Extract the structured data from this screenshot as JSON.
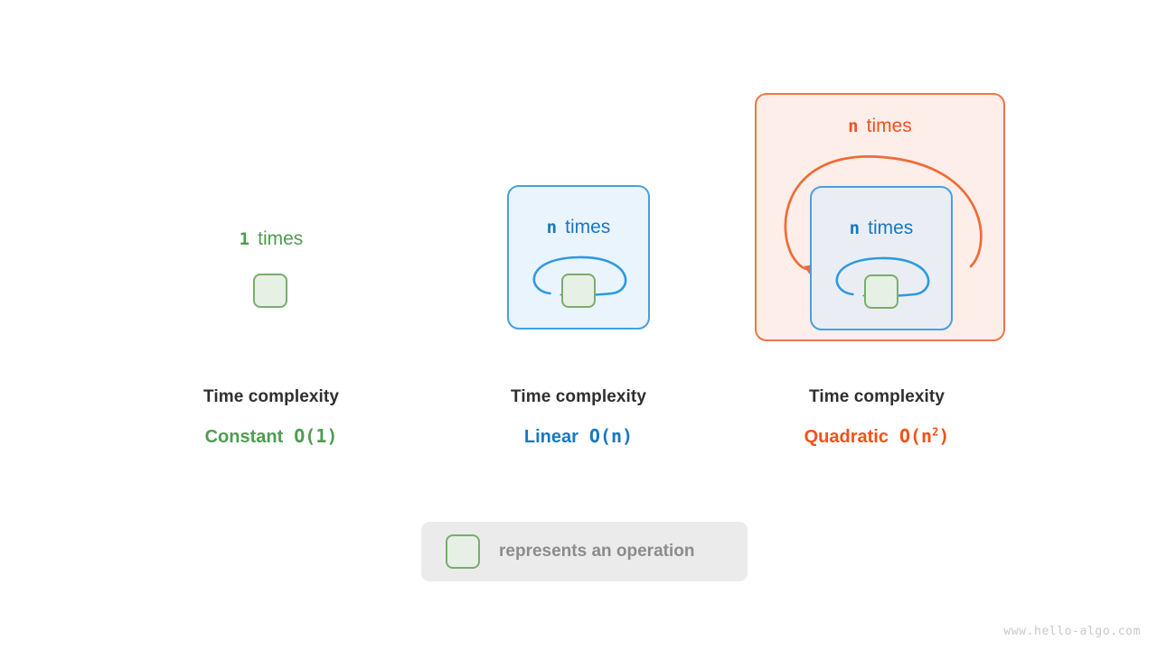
{
  "diagram": {
    "title_hidden": "",
    "panels": [
      {
        "id": "constant",
        "count_number": "1",
        "count_word": "times",
        "accent_color": "#4c9e50",
        "caption_title": "Time complexity",
        "complexity_name": "Constant",
        "big_o": "O(1)",
        "big_o_base": "O(1)",
        "big_o_exponent": ""
      },
      {
        "id": "linear",
        "count_number": "n",
        "count_word": "times",
        "accent_color": "#1878bf",
        "caption_title": "Time complexity",
        "complexity_name": "Linear",
        "big_o": "O(n)",
        "big_o_base": "O(n)",
        "big_o_exponent": ""
      },
      {
        "id": "quadratic",
        "outer_count_number": "n",
        "outer_count_word": "times",
        "inner_count_number": "n",
        "inner_count_word": "times",
        "accent_color": "#f1521a",
        "inner_accent_color": "#1878bf",
        "caption_title": "Time complexity",
        "complexity_name": "Quadratic",
        "big_o": "O(n2)",
        "big_o_base_open": "O(n",
        "big_o_exponent": "2",
        "big_o_base_close": ")"
      }
    ],
    "legend": {
      "swatch_icon": "green-rounded-square-icon",
      "text": "represents an operation"
    },
    "watermark": "www.hello-algo.com",
    "colors": {
      "green_fill": "#e6f0e4",
      "green_border": "#79ad6e",
      "green_text": "#4c9e50",
      "blue_fill": "#eaf4fd",
      "blue_fill_inner": "#eaeef4",
      "blue_border": "#45a0e4",
      "blue_text": "#1878bf",
      "orange_fill": "#fdeee9",
      "orange_border": "#ef7648",
      "orange_text": "#f1521a",
      "legend_bg": "#ebebeb",
      "legend_text": "#8c8c8c",
      "caption_title": "#2f2f2f",
      "watermark": "#c9c9c9",
      "page_bg": "#ffffff"
    }
  }
}
